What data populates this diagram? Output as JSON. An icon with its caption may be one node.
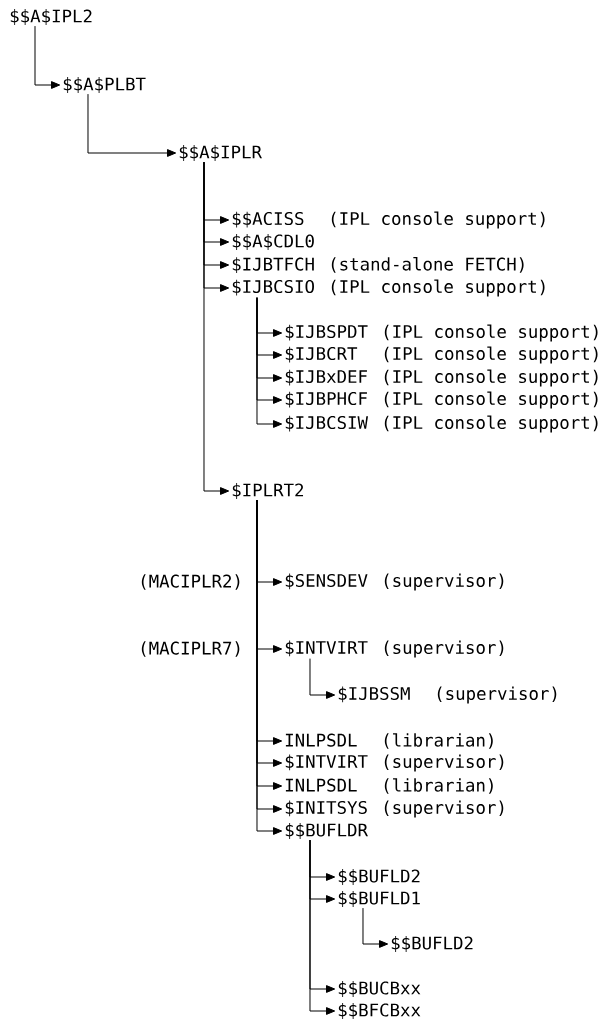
{
  "diagram": {
    "nodes": [
      {
        "text": [
          "$$A$IPL2"
        ]
      },
      {
        "text": [
          "$$A$PLBT"
        ]
      },
      {
        "text": [
          "$$A$IPLR"
        ]
      },
      {
        "text": [
          "$$ACISS",
          "(IPL console support)"
        ]
      },
      {
        "text": [
          "$$A$CDL0"
        ]
      },
      {
        "text": [
          "$IJBTFCH",
          "(stand-alone FETCH)"
        ]
      },
      {
        "text": [
          "$IJBCSIO",
          "(IPL console support)"
        ]
      },
      {
        "text": [
          "$IJBSPDT",
          "(IPL console support)"
        ]
      },
      {
        "text": [
          "$IJBCRT",
          "(IPL console support)"
        ]
      },
      {
        "text": [
          "$IJBxDEF",
          "(IPL console support)"
        ]
      },
      {
        "text": [
          "$IJBPHCF",
          "(IPL console support)"
        ]
      },
      {
        "text": [
          "$IJBCSIW",
          "(IPL console support)"
        ]
      },
      {
        "text": [
          "$IPLRT2"
        ]
      },
      {
        "text": [
          "$SENSDEV",
          "(supervisor)"
        ],
        "beside": [
          "(MACIPLR2)"
        ]
      },
      {
        "text": [
          "$INTVIRT",
          "(supervisor)"
        ],
        "beside": [
          "(MACIPLR7)"
        ]
      },
      {
        "text": [
          "$IJBSSM",
          "(supervisor)"
        ]
      },
      {
        "text": [
          "INLPSDL",
          "(librarian)"
        ]
      },
      {
        "text": [
          "$INTVIRT",
          "(supervisor)"
        ]
      },
      {
        "text": [
          "INLPSDL",
          "(librarian)"
        ]
      },
      {
        "text": [
          "$INITSYS",
          "(supervisor)"
        ]
      },
      {
        "text": [
          "$$BUFLDR"
        ]
      },
      {
        "text": [
          "$$BUFLD2"
        ]
      },
      {
        "text": [
          "$$BUFLD1"
        ]
      },
      {
        "text": [
          "$$BUFLD2"
        ]
      },
      {
        "text": [
          "$$BUCBxx"
        ]
      },
      {
        "text": [
          "$$BFCBxx"
        ]
      }
    ],
    "edges": [
      {
        "from": 0,
        "to": 1,
        "arrow": "to"
      },
      {
        "from": 1,
        "to": 2,
        "arrow": "to"
      },
      {
        "from": 2,
        "to": 3,
        "arrow": "to"
      },
      {
        "from": 2,
        "to": 4,
        "arrow": "to"
      },
      {
        "from": 2,
        "to": 5,
        "arrow": "to"
      },
      {
        "from": 2,
        "to": 6,
        "arrow": "to"
      },
      {
        "from": 6,
        "to": 7,
        "arrow": "to"
      },
      {
        "from": 6,
        "to": 8,
        "arrow": "to"
      },
      {
        "from": 6,
        "to": 9,
        "arrow": "to"
      },
      {
        "from": 6,
        "to": 10,
        "arrow": "to"
      },
      {
        "from": 6,
        "to": 11,
        "arrow": "to"
      },
      {
        "from": 2,
        "to": 12,
        "arrow": "to"
      },
      {
        "from": 12,
        "to": 13,
        "arrow": "to"
      },
      {
        "from": 12,
        "to": 14,
        "arrow": "to"
      },
      {
        "from": 14,
        "to": 15,
        "arrow": "to"
      },
      {
        "from": 12,
        "to": 16,
        "arrow": "to"
      },
      {
        "from": 12,
        "to": 17,
        "arrow": "to"
      },
      {
        "from": 12,
        "to": 18,
        "arrow": "to"
      },
      {
        "from": 12,
        "to": 19,
        "arrow": "to"
      },
      {
        "from": 12,
        "to": 20,
        "arrow": "to"
      },
      {
        "from": 20,
        "to": 21,
        "arrow": "to"
      },
      {
        "from": 20,
        "to": 22,
        "arrow": "to"
      },
      {
        "from": 22,
        "to": 23,
        "arrow": "to"
      },
      {
        "from": 20,
        "to": 24,
        "arrow": "to"
      },
      {
        "from": 20,
        "to": 25,
        "arrow": "to"
      }
    ]
  }
}
